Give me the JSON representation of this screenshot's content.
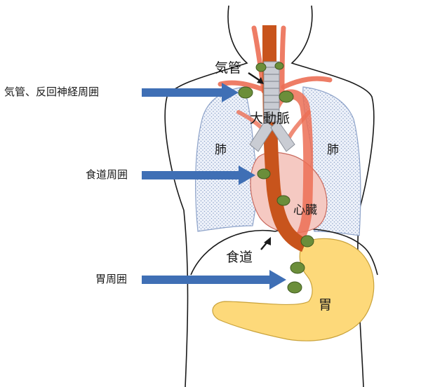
{
  "labels": {
    "trachea": "気管",
    "aorta": "大動脈",
    "lung_left": "肺",
    "lung_right": "肺",
    "heart": "心臓",
    "esophagus": "食道",
    "stomach": "胃"
  },
  "arrow_labels": {
    "trachea_nerve": "気管、反回神経周囲",
    "esophagus_area": "食道周囲",
    "stomach_area": "胃周囲"
  },
  "colors": {
    "outline": "#1a1a1a",
    "lung_fill": "#e8eef8",
    "lung_stroke": "#8ea3c9",
    "heart_fill": "#f5c9c2",
    "heart_stroke": "#c96a5e",
    "vessel": "#ec6f55",
    "esophagus": "#c8541c",
    "trachea": "#c9ccd3",
    "lymph_node": "#6b8e3a",
    "lymph_stroke": "#3f5a1f",
    "stomach_fill": "#fdd97a",
    "stomach_stroke": "#c9a23a",
    "arrow": "#3f6fb5"
  }
}
